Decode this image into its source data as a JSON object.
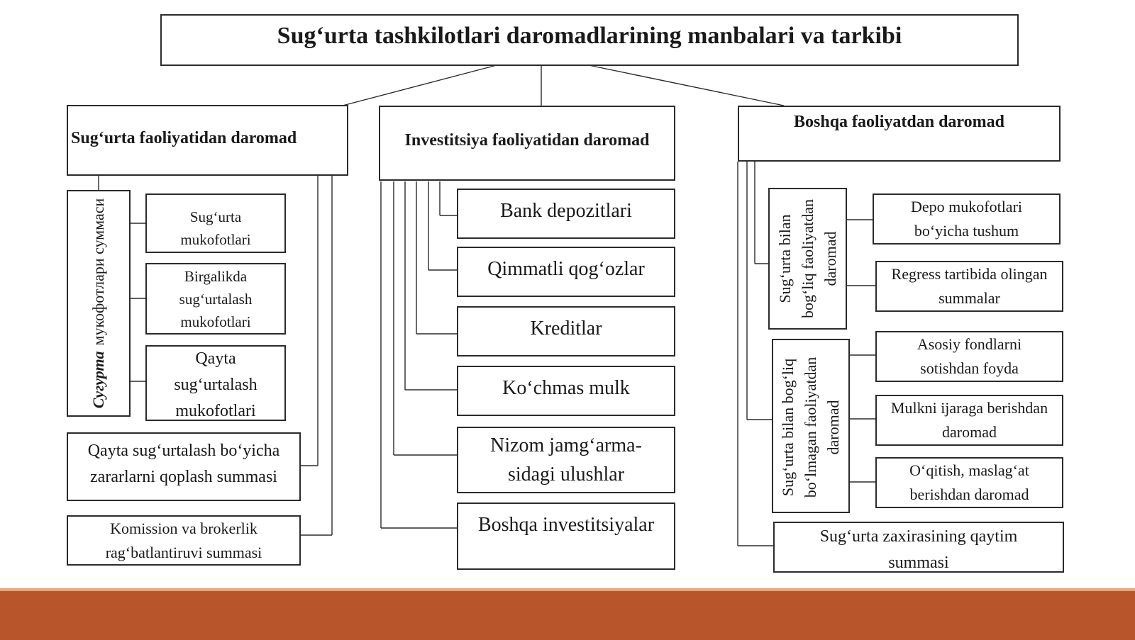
{
  "title": "Sug‘urta tashkilotlari daromadlarining manbalari va tarkibi",
  "columns": {
    "insurance": {
      "header": "Sug‘urta faoliyatidan daromad",
      "group_label_bold": "Сугурта",
      "group_label_normal": "мукофотлари суммаси",
      "items": [
        "Sug‘urta\nmukofotlari",
        "Birgalikda\nsug‘urtalash\nmukofotlari",
        "Qayta\nsug‘urtalash\nmukofotlari"
      ],
      "extra": [
        "Qayta sug‘urtalash bo‘yicha\nzararlarni qoplash summasi",
        "Komission va brokerlik\nrag‘batlantiruvi summasi"
      ]
    },
    "investment": {
      "header": "Investitsiya faoliyatidan daromad",
      "items": [
        "Bank depozitlari",
        "Qimmatli qog‘ozlar",
        "Kreditlar",
        "Ko‘chmas mulk",
        "Nizom jamg‘arma-\nsidagi ulushlar",
        "Boshqa investitsiyalar"
      ]
    },
    "other": {
      "header": "Boshqa faoliyatdan daromad",
      "group1_label": "Sug‘urta bilan\nbog‘liq faoliyatdan\ndaromad",
      "group1_items": [
        "Depo mukofotlari\nbo‘yicha tushum",
        "Regress tartibida olingan\nsummalar"
      ],
      "group2_label": "Sug‘urta bilan bog‘liq\nbo‘lmagan faoliyatdan\ndaromad",
      "group2_items": [
        "Asosiy fondlarni\nsotishdan foyda",
        "Mulkni ijaraga berishdan\ndaromad",
        "O‘qitish, maslag‘at\nberishdan daromad"
      ],
      "extra": "Sug‘urta zaxirasining qaytim\nsummasi"
    }
  }
}
